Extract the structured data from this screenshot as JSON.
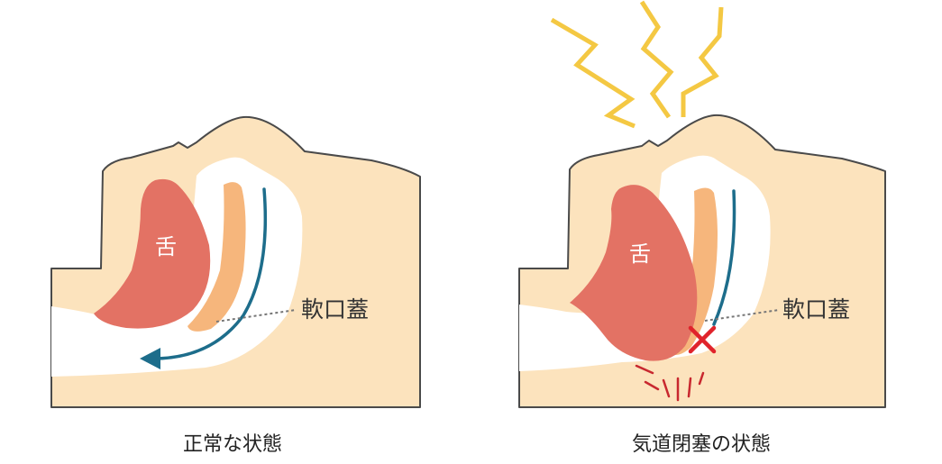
{
  "colors": {
    "skin": "#fce3bd",
    "skin_outline": "#4a4a4a",
    "airway": "#ffffff",
    "tongue": "#e37264",
    "soft_palate": "#f6b67c",
    "airflow": "#1d6d8b",
    "leader": "#777777",
    "snore": "#f4c843",
    "blocked_mark": "#e0232b",
    "vibration": "#c8282f"
  },
  "panels": {
    "normal": {
      "tongue_label": "舌",
      "palate_label": "軟口蓋",
      "caption": "正常な状態"
    },
    "obstructed": {
      "tongue_label": "舌",
      "palate_label": "軟口蓋",
      "caption": "気道閉塞の状態"
    }
  },
  "icons": {
    "airflow": "arrow-icon",
    "blocked": "cross-icon",
    "snore": "zigzag-icon",
    "vibration": "vibration-lines-icon"
  }
}
